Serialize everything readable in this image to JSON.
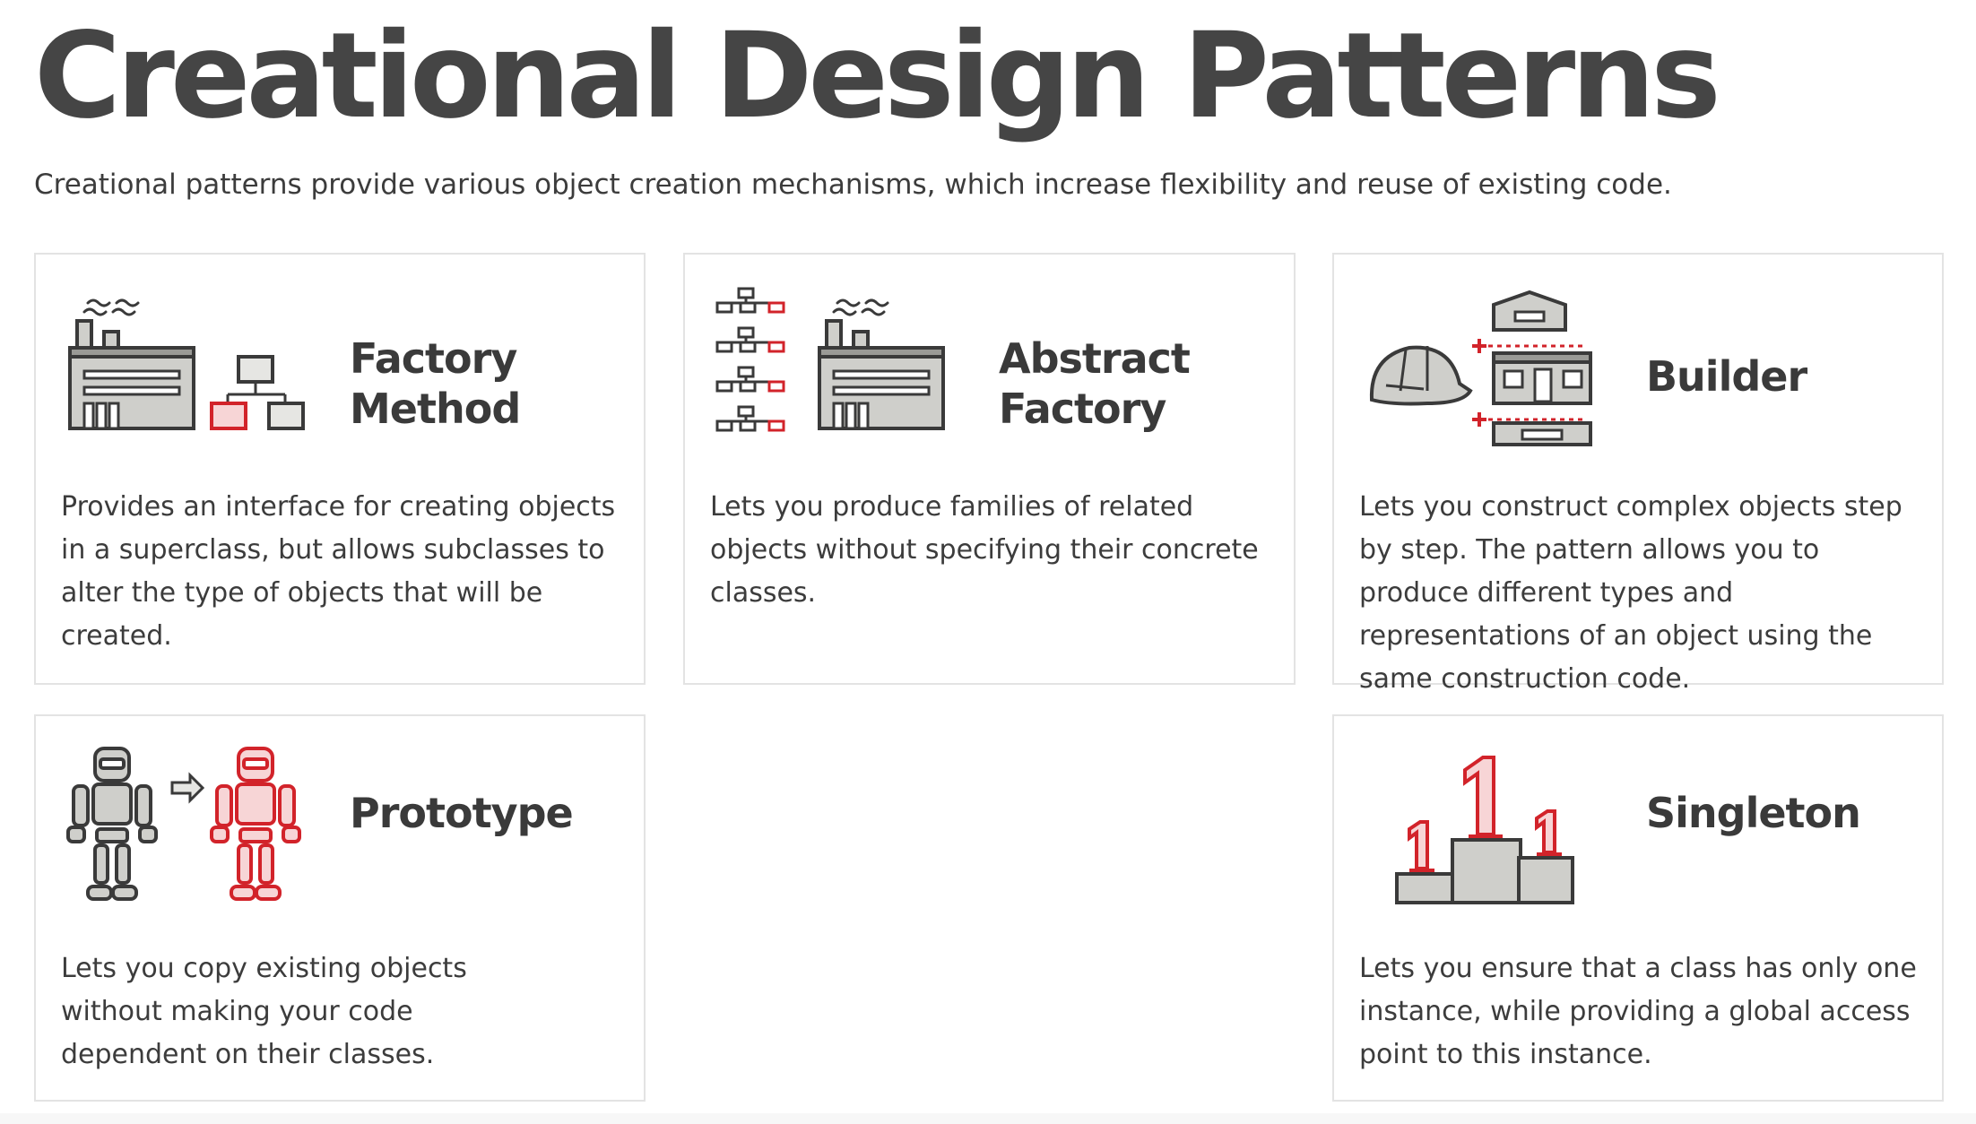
{
  "page": {
    "title": "Creational Design Patterns",
    "intro": "Creational patterns provide various object creation mechanisms, which increase flexibility and reuse of existing code."
  },
  "colors": {
    "accent_red": "#d2232a",
    "ink": "#3a3a3a",
    "gray_fill": "#cfcfcb",
    "card_border": "#e3e3e3"
  },
  "patterns": [
    {
      "title_line1": "Factory",
      "title_line2": "Method",
      "description": "Provides an interface for creating objects in a superclass, but allows subclasses to alter the type of objects that will be created.",
      "icon": "factory-method-icon"
    },
    {
      "title_line1": "Abstract",
      "title_line2": "Factory",
      "description": "Lets you produce families of related objects without specifying their concrete classes.",
      "icon": "abstract-factory-icon"
    },
    {
      "title": "Builder",
      "description": "Lets you construct complex objects step by step. The pattern allows you to produce different types and representations of an object using the same construction code.",
      "icon": "builder-icon"
    },
    {
      "title": "Prototype",
      "description": "Lets you copy existing objects without making your code dependent on their classes.",
      "icon": "prototype-icon"
    },
    {
      "title": "Singleton",
      "description": "Lets you ensure that a class has only one instance, while providing a global access point to this instance.",
      "icon": "singleton-icon"
    }
  ]
}
